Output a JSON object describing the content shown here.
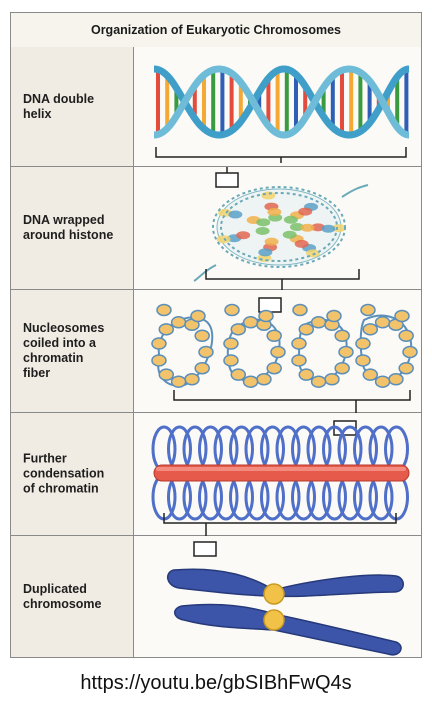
{
  "title": "Organization of Eukaryotic Chromosomes",
  "rows": [
    {
      "label": "DNA double\nhelix"
    },
    {
      "label": "DNA wrapped\naround histone"
    },
    {
      "label": "Nucleosomes\ncoiled into a\nchromatin\nfiber"
    },
    {
      "label": "Further\ncondensation\nof chromatin"
    },
    {
      "label": "Duplicated\nchromosome"
    }
  ],
  "caption_link": "https://youtu.be/gbSIBhFwQ4s",
  "colors": {
    "backbone": "#3f9fc9",
    "histone_orange": "#f2c36b",
    "fiber_blue": "#4f6fc9",
    "rod_red": "#e55a4a",
    "chromosome": "#3d55a8",
    "centromere": "#f2c248"
  }
}
